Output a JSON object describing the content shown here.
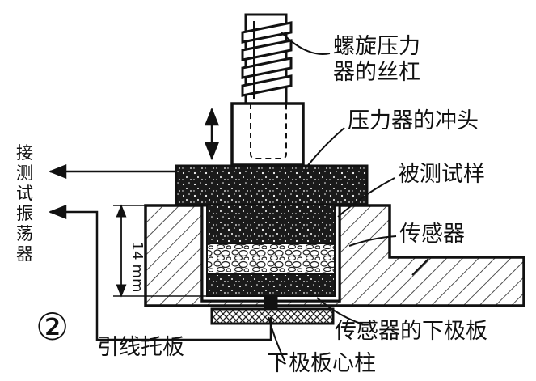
{
  "figure_number": "②",
  "labels": {
    "screw_line1": "螺旋压力",
    "screw_line2": "器的丝杠",
    "punch": "压力器的冲头",
    "sample": "被测试样",
    "sensor": "传感器",
    "sensor_lower_plate": "传感器的下极板",
    "lower_plate_core": "下极板心柱",
    "lead_plate": "引线托板",
    "oscillator": [
      "接",
      "测",
      "试",
      "振",
      "荡",
      "器"
    ],
    "dim_value": "14",
    "dim_unit": "mm"
  }
}
